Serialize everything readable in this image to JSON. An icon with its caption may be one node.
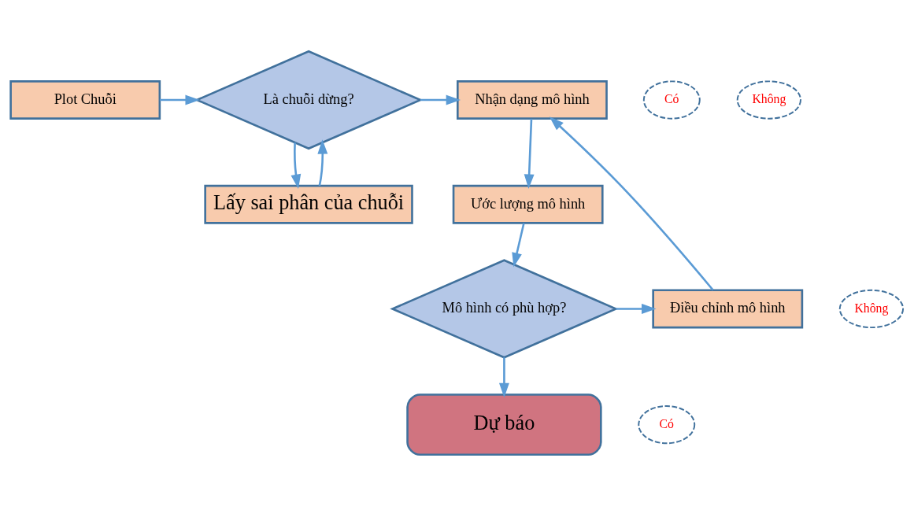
{
  "diagram": {
    "nodes": [
      {
        "text": [
          "Plot Chuỗi"
        ]
      },
      {
        "text": [
          "Là chuỗi dừng?"
        ]
      },
      {
        "text": [
          "Nhận dạng mô hình"
        ]
      },
      {
        "text": [
          "Có"
        ]
      },
      {
        "text": [
          "Không"
        ]
      },
      {
        "text": [
          "Lấy sai phân của chuỗi"
        ]
      },
      {
        "text": [
          "Ước lượng mô hình"
        ]
      },
      {
        "text": [
          "Không"
        ]
      },
      {
        "text": [
          "Mô hình có phù hợp?"
        ]
      },
      {
        "text": [
          "Điều chỉnh mô hình"
        ]
      },
      {
        "text": [
          "Có"
        ]
      },
      {
        "text": [
          "Dự báo"
        ]
      }
    ],
    "edges": [
      {
        "from": 0,
        "to": 1,
        "arrow": "to"
      },
      {
        "from": 1,
        "to": 2,
        "arrow": "to"
      },
      {
        "from": 1,
        "to": 5,
        "arrow": "to"
      },
      {
        "from": 5,
        "to": 1,
        "arrow": "to"
      },
      {
        "from": 2,
        "to": 6,
        "arrow": "to"
      },
      {
        "from": 6,
        "to": 8,
        "arrow": "to"
      },
      {
        "from": 8,
        "to": 9,
        "arrow": "to"
      },
      {
        "from": 9,
        "to": 2,
        "arrow": "to"
      },
      {
        "from": 8,
        "to": 11,
        "arrow": "to"
      }
    ]
  }
}
